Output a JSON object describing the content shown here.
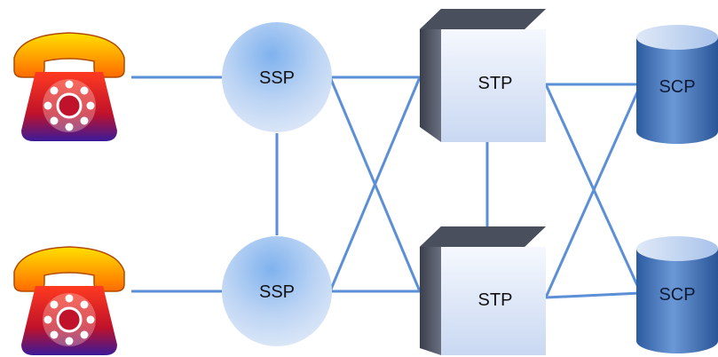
{
  "nodes": {
    "ssp_top": "SSP",
    "ssp_bottom": "SSP",
    "stp_top": "STP",
    "stp_bottom": "STP",
    "scp_top": "SCP",
    "scp_bottom": "SCP"
  },
  "colors": {
    "link": "#5b8fd6",
    "ssp_fill": "#cfe0f7",
    "stp_front": "#e3ecfb",
    "stp_side": "#4a4f5e",
    "scp_body": "#2f61a8"
  },
  "icons": {
    "phone_top": "telephone-icon",
    "phone_bottom": "telephone-icon"
  }
}
